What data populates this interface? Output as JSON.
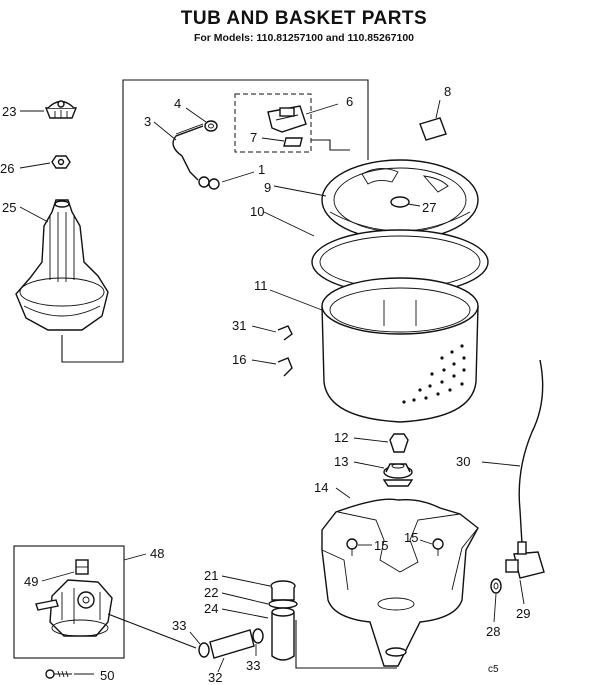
{
  "title": "TUB AND BASKET PARTS",
  "subtitle": "For Models: 110.81257100 and 110.85267100",
  "corner_mark": "c5",
  "part_numbers": {
    "p23": "23",
    "p26": "26",
    "p25": "25",
    "p4": "4",
    "p3": "3",
    "p6": "6",
    "p7": "7",
    "p1": "1",
    "p8": "8",
    "p9": "9",
    "p27": "27",
    "p10": "10",
    "p11": "11",
    "p31": "31",
    "p16": "16",
    "p12": "12",
    "p13": "13",
    "p14": "14",
    "p30": "30",
    "p15a": "15",
    "p15b": "15",
    "p48": "48",
    "p49": "49",
    "p21": "21",
    "p22": "22",
    "p24": "24",
    "p33a": "33",
    "p33b": "33",
    "p32": "32",
    "p50": "50",
    "p28": "28",
    "p29": "29"
  }
}
